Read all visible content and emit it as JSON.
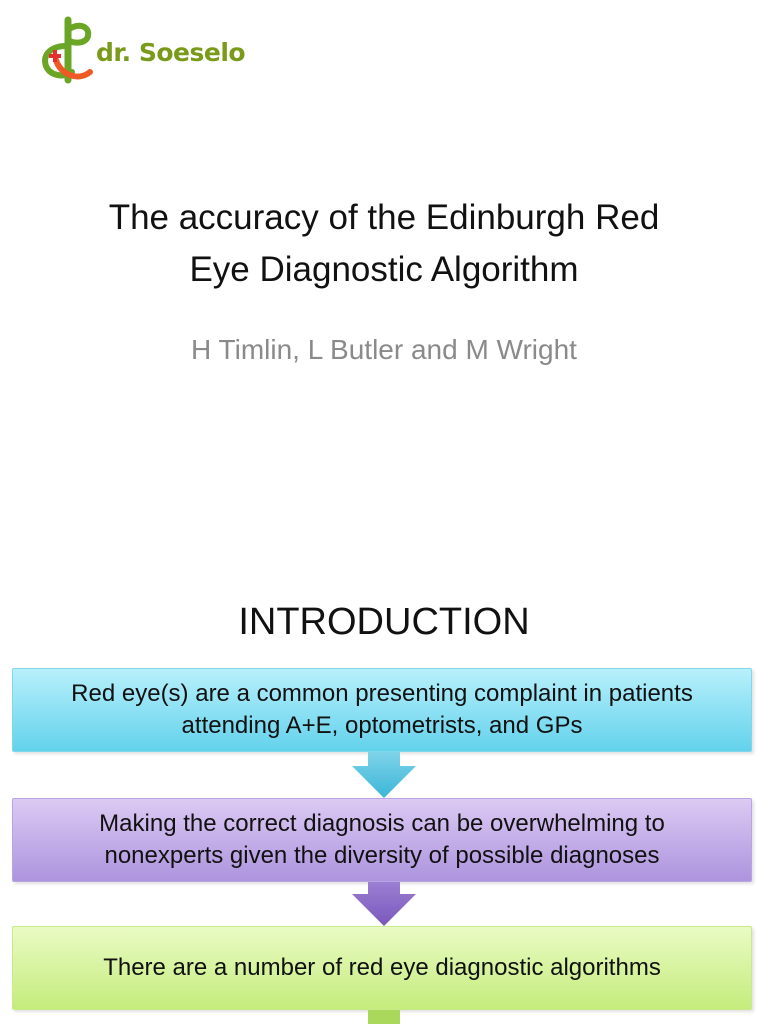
{
  "logo": {
    "text": "dr. Soeselo",
    "icon": "caduceus-cross-logo-icon",
    "colors": {
      "green": "#6aa525",
      "orange": "#ee5a24",
      "red": "#e52f2f"
    }
  },
  "title": {
    "line1": "The accuracy of the Edinburgh Red",
    "line2": "Eye Diagnostic Algorithm"
  },
  "authors": "H Timlin, L Butler and M Wright",
  "section": {
    "heading": "INTRODUCTION"
  },
  "flow": [
    {
      "line1": "Red eye(s) are a common presenting complaint in patients",
      "line2": "attending A+E, optometrists, and GPs",
      "color": "#7fd8ea"
    },
    {
      "line1": "Making the correct diagnosis can be overwhelming to",
      "line2": "nonexperts given the diversity of possible diagnoses",
      "color": "#b9a3e2"
    },
    {
      "line1": "There are a number of red eye diagnostic algorithms",
      "line2": "",
      "color": "#c8e98c"
    }
  ],
  "arrow_icons": [
    "down-arrow-icon",
    "down-arrow-icon",
    "down-arrow-icon"
  ]
}
